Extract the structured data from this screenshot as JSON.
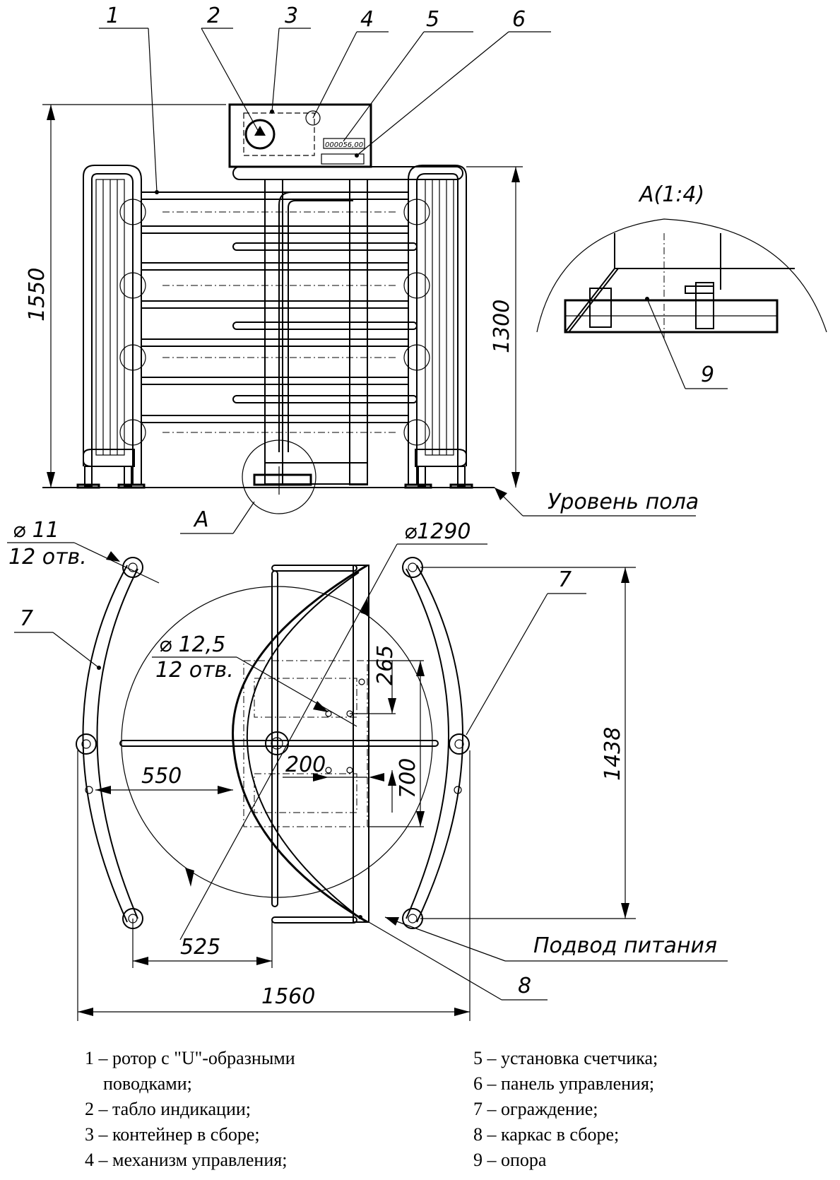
{
  "callouts": [
    "1",
    "2",
    "3",
    "4",
    "5",
    "6",
    "7",
    "8",
    "9"
  ],
  "dimensions": {
    "height_total": "1550",
    "height_rotor": "1300",
    "width_total": "1560",
    "depth_total": "1438",
    "dist_550": "550",
    "dist_525": "525",
    "dist_265": "265",
    "dist_200": "200",
    "dist_700": "700",
    "diameter_rotor": "⌀1290",
    "hole_11": "⌀ 11",
    "hole_11_count": "12 отв.",
    "hole_125": "⌀ 12,5",
    "hole_125_count": "12 отв."
  },
  "labels": {
    "detail_view": "A(1:4)",
    "detail_mark": "A",
    "floor_level": "Уровень пола",
    "power_supply": "Подвод питания",
    "counter_display": "000056,00"
  },
  "legend_left": [
    "1 – ротор с \"U\"-образными",
    "    поводками;",
    "2 – табло индикации;",
    "3 – контейнер в сборе;",
    "4 – механизм управления;"
  ],
  "legend_right": [
    "5 – установка счетчика;",
    "6 – панель управления;",
    "7 – ограждение;",
    "8 – каркас в сборе;",
    "9 – опора"
  ]
}
